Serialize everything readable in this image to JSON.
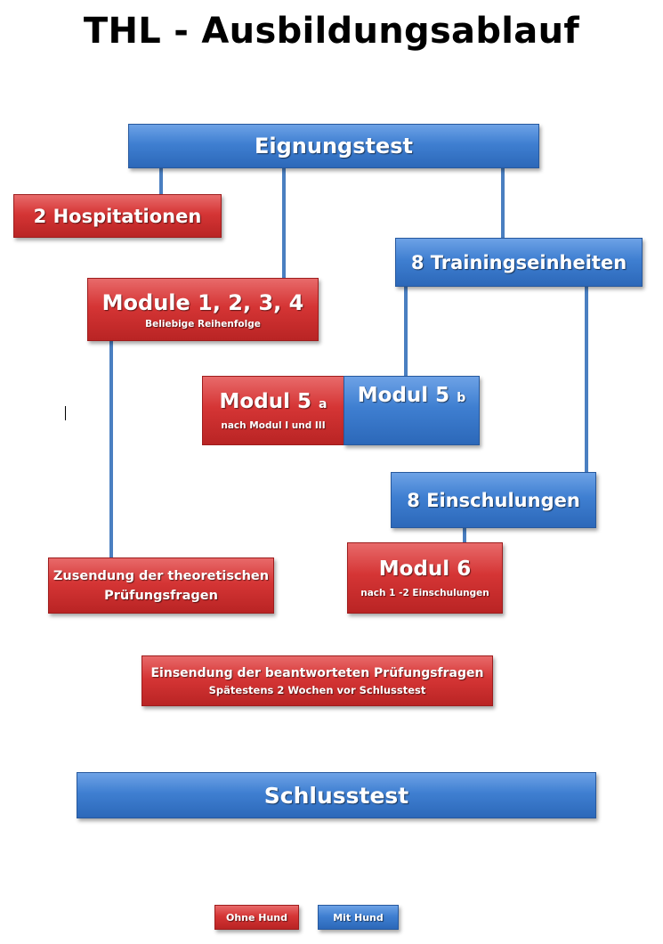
{
  "title": "THL - Ausbildungsablauf",
  "nodes": {
    "eignungstest": "Eignungstest",
    "hospitationen": "2 Hospitationen",
    "trainingseinheiten": "8 Trainingseinheiten",
    "module_1_4": {
      "title": "Module 1, 2, 3, 4",
      "note": "Beliebige Reihenfolge"
    },
    "modul_5a": {
      "title": "Modul 5",
      "suffix": "a",
      "note": "nach Modul I und III"
    },
    "modul_5b": {
      "title": "Modul 5",
      "suffix": "b"
    },
    "einschulungen": "8 Einschulungen",
    "modul_6": {
      "title": "Modul 6",
      "note": "nach 1 -2 Einschulungen"
    },
    "zusendung": {
      "line1": "Zusendung der theoretischen",
      "line2": "Prüfungsfragen"
    },
    "einsendung": {
      "line1": "Einsendung der beantworteten Prüfungsfragen",
      "line2": "Spätestens 2 Wochen vor Schlusstest"
    },
    "schlusstest": "Schlusstest"
  },
  "legend": {
    "ohne_hund": "Ohne Hund",
    "mit_hund": "Mit Hund"
  },
  "colors": {
    "blue": "#3f7fd1",
    "red": "#d53535",
    "connector": "#4a7fc1"
  }
}
